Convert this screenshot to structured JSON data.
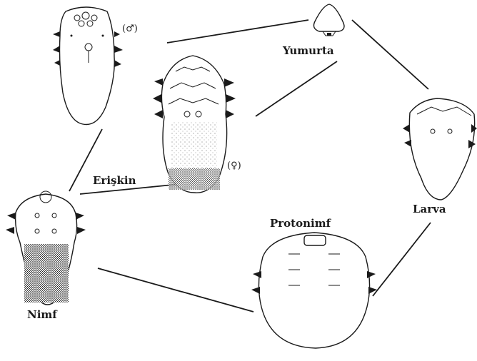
{
  "figure": {
    "stages": {
      "egg": "Yumurta",
      "larva": "Larva",
      "protonymph": "Protonimf",
      "nymph": "Nimf",
      "adult": "Erişkin"
    },
    "sex_symbols": {
      "male": "(♂)",
      "female": "(♀)"
    }
  }
}
